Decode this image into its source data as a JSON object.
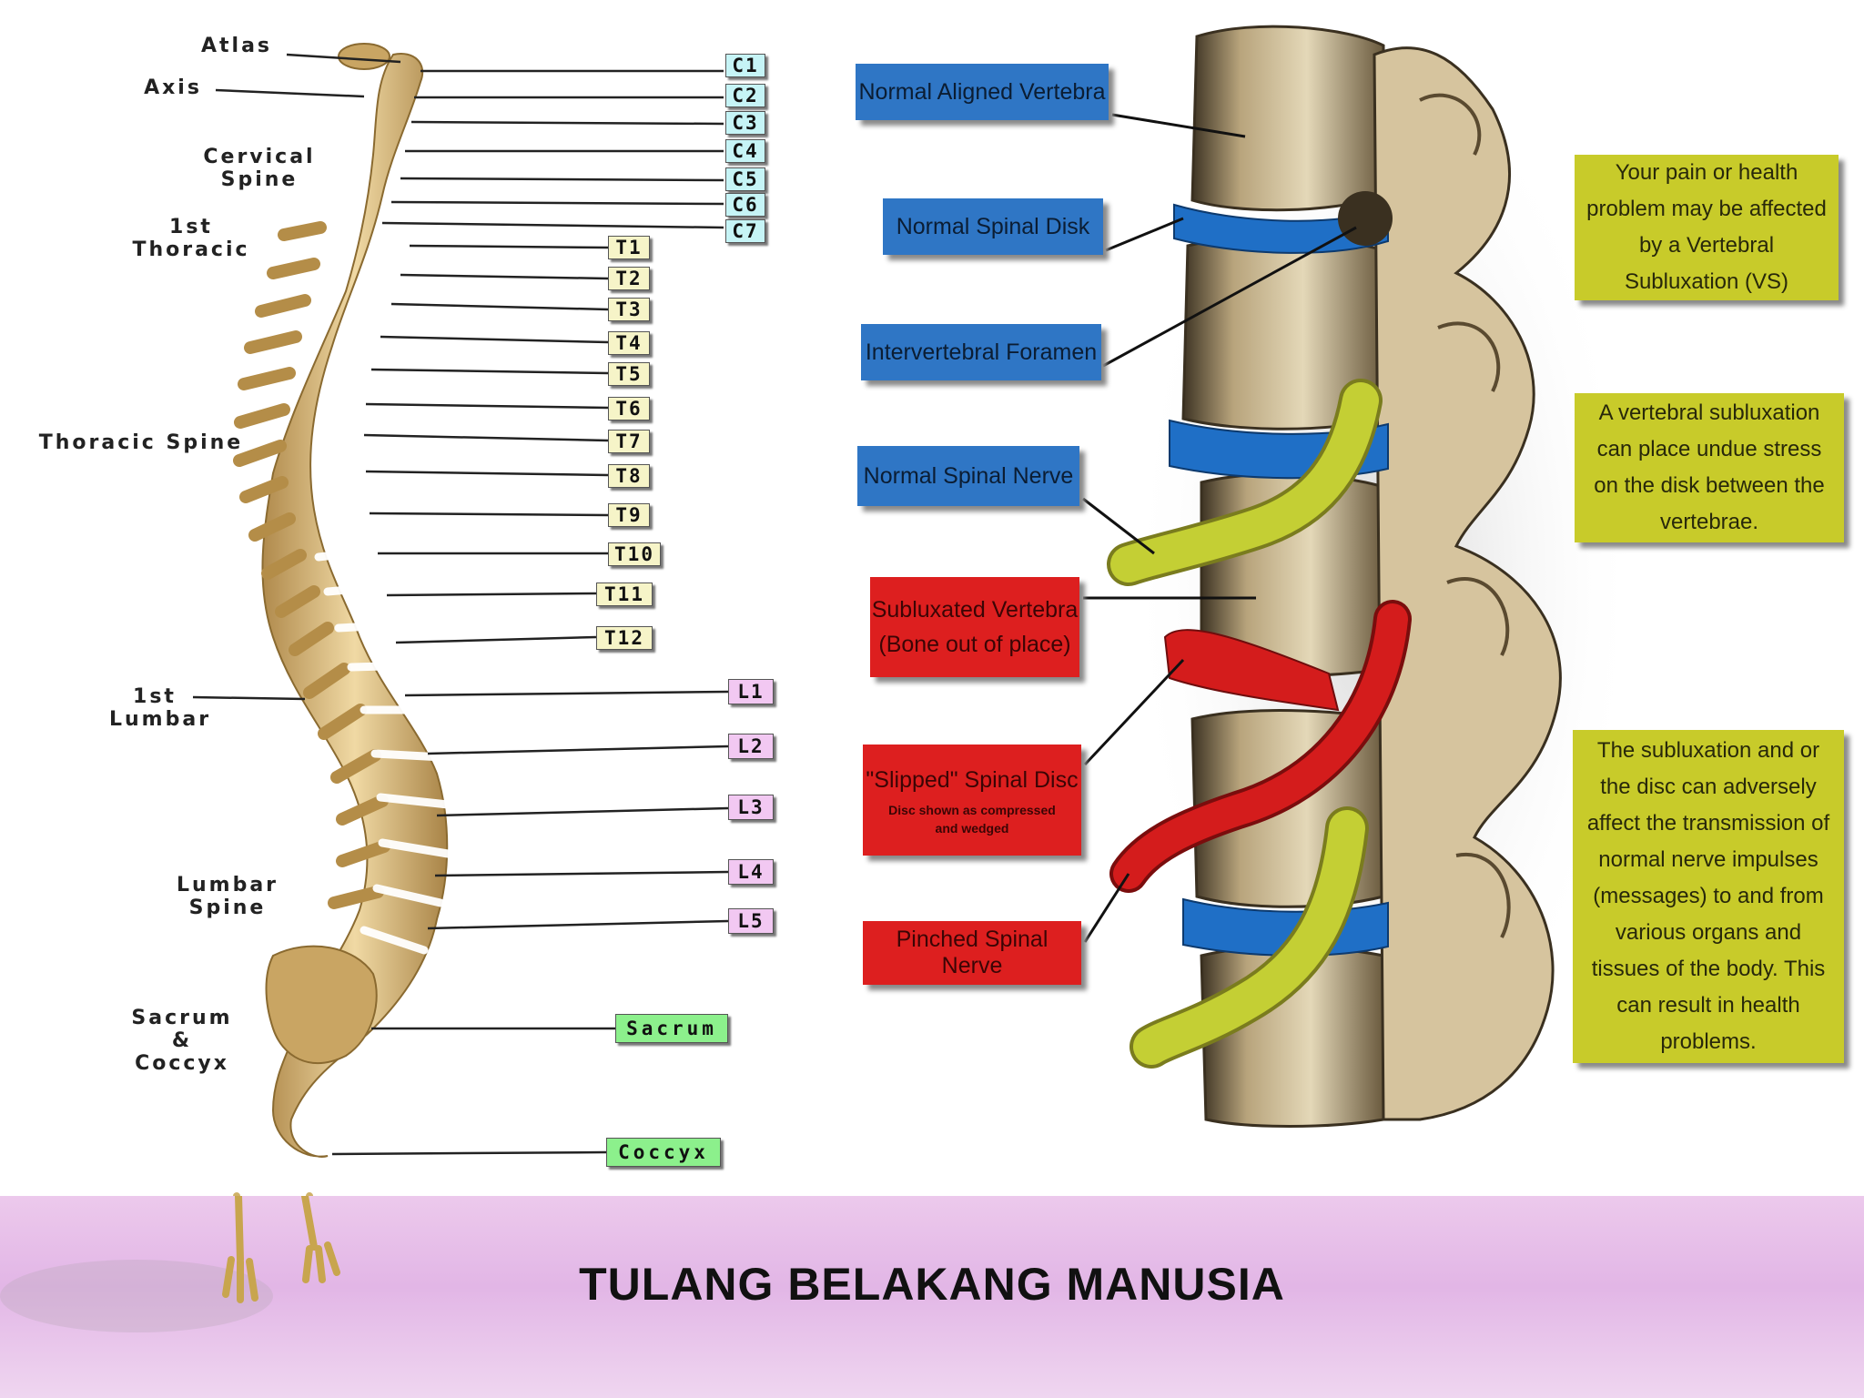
{
  "title": "TULANG BELAKANG MANUSIA",
  "spine_labels": {
    "atlas": "Atlas",
    "axis": "Axis",
    "cervical": "Cervical\nSpine",
    "first_thoracic": "1st\nThoracic",
    "thoracic": "Thoracic Spine",
    "first_lumbar": "1st\nLumbar",
    "lumbar": "Lumbar\nSpine",
    "sacrum_coccyx": "Sacrum\n&\nCoccyx"
  },
  "cervical_tags": [
    "C1",
    "C2",
    "C3",
    "C4",
    "C5",
    "C6",
    "C7"
  ],
  "thoracic_tags": [
    "T1",
    "T2",
    "T3",
    "T4",
    "T5",
    "T6",
    "T7",
    "T8",
    "T9",
    "T10",
    "T11",
    "T12"
  ],
  "lumbar_tags": [
    "L1",
    "L2",
    "L3",
    "L4",
    "L5"
  ],
  "sacral_tags": [
    "Sacrum",
    "Coccyx"
  ],
  "callouts": {
    "normal_aligned_vertebra": "Normal Aligned Vertebra",
    "normal_spinal_disk": "Normal Spinal Disk",
    "intervertebral_foramen": "Intervertebral Foramen",
    "normal_spinal_nerve": "Normal Spinal Nerve",
    "subluxated_vertebra": "Subluxated Vertebra",
    "subluxated_vertebra_sub": "(Bone out of place)",
    "slipped_disc": "\"Slipped\" Spinal Disc",
    "slipped_disc_sub": "Disc shown as compressed and wedged",
    "pinched_nerve": "Pinched Spinal Nerve"
  },
  "notes": {
    "note1": "Your pain or health problem may be affected by a Vertebral Subluxation (VS)",
    "note2": "A vertebral subluxation can place undue stress on the disk between the vertebrae.",
    "note3": "The subluxation and or the disc can adversely affect the transmission of normal nerve impulses (messages) to and from various organs and tissues of the body. This can result in health problems."
  },
  "colors": {
    "cervical_tag": "#c6f4f6",
    "thoracic_tag": "#f6f4c8",
    "lumbar_tag": "#f2c8f2",
    "sacral_tag": "#8cf08c",
    "blue_callout": "#2f76c5",
    "red_callout": "#dd1f1f",
    "green_note": "#c8cb2a",
    "bone": "#dcc28c",
    "disc_blue": "#1f6fc6",
    "nerve_green": "#c4cf34",
    "disc_red": "#d41c1c",
    "footer_band": "#e2b6e6"
  }
}
